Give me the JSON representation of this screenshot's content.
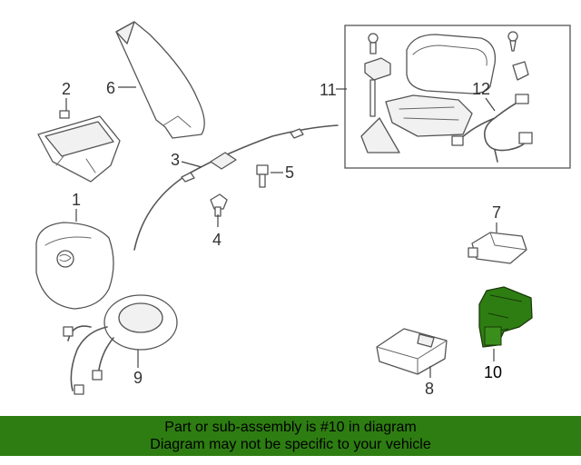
{
  "diagram": {
    "callouts": [
      {
        "id": "1",
        "label": "1"
      },
      {
        "id": "2",
        "label": "2"
      },
      {
        "id": "3",
        "label": "3"
      },
      {
        "id": "4",
        "label": "4"
      },
      {
        "id": "5",
        "label": "5"
      },
      {
        "id": "6",
        "label": "6"
      },
      {
        "id": "7",
        "label": "7"
      },
      {
        "id": "8",
        "label": "8"
      },
      {
        "id": "9",
        "label": "9"
      },
      {
        "id": "10",
        "label": "10",
        "highlighted": true
      },
      {
        "id": "11",
        "label": "11"
      },
      {
        "id": "12",
        "label": "12"
      }
    ],
    "highlight_color": "#2e7d12"
  },
  "banner": {
    "line1": "Part or sub-assembly is #10 in diagram",
    "line2": "Diagram may not be specific to your vehicle",
    "background": "#2e7d12"
  }
}
